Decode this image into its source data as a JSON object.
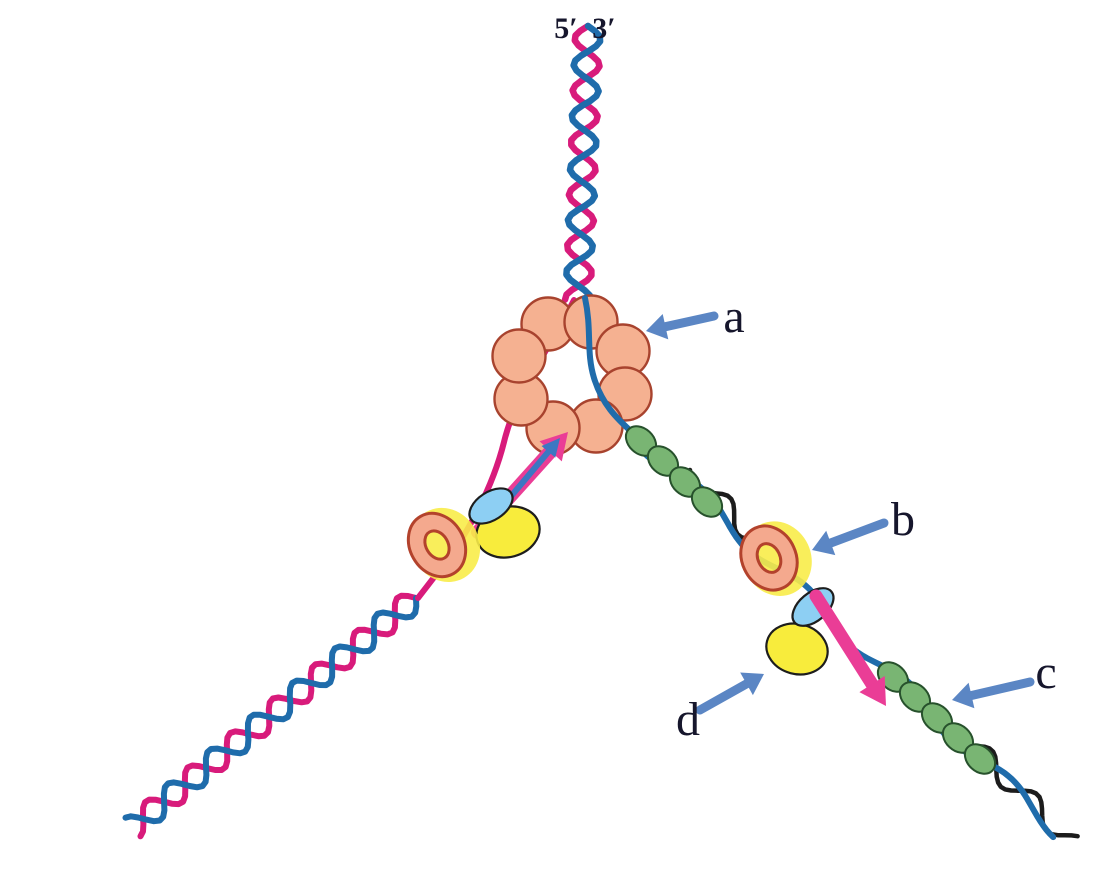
{
  "labels": {
    "five_prime": "5′",
    "three_prime": "3′",
    "a": "a",
    "b": "b",
    "c": "c",
    "d": "d"
  },
  "colors": {
    "background": "#ffffff",
    "strand_pink": "#d81b7b",
    "strand_blue": "#1f6cab",
    "strand_black": "#1c1c1c",
    "helicase_fill": "#f5b191",
    "helicase_outline": "#a8432e",
    "bead_green_fill": "#79b573",
    "bead_green_outline": "#27512c",
    "clamp_fill": "#f4a98e",
    "clamp_outline": "#b3422c",
    "clamp_glow": "#f8ec49",
    "polymerase_yellow": "#f8ec3c",
    "polymerase_blue": "#8dcff3",
    "protein_outline": "#1d1d1d",
    "synthesis_arrow_pink": "#ea3d96",
    "synthesis_arrow_blue": "#3c77c2",
    "pointer_arrow": "#5b86c4",
    "label_text": "#16162c"
  }
}
